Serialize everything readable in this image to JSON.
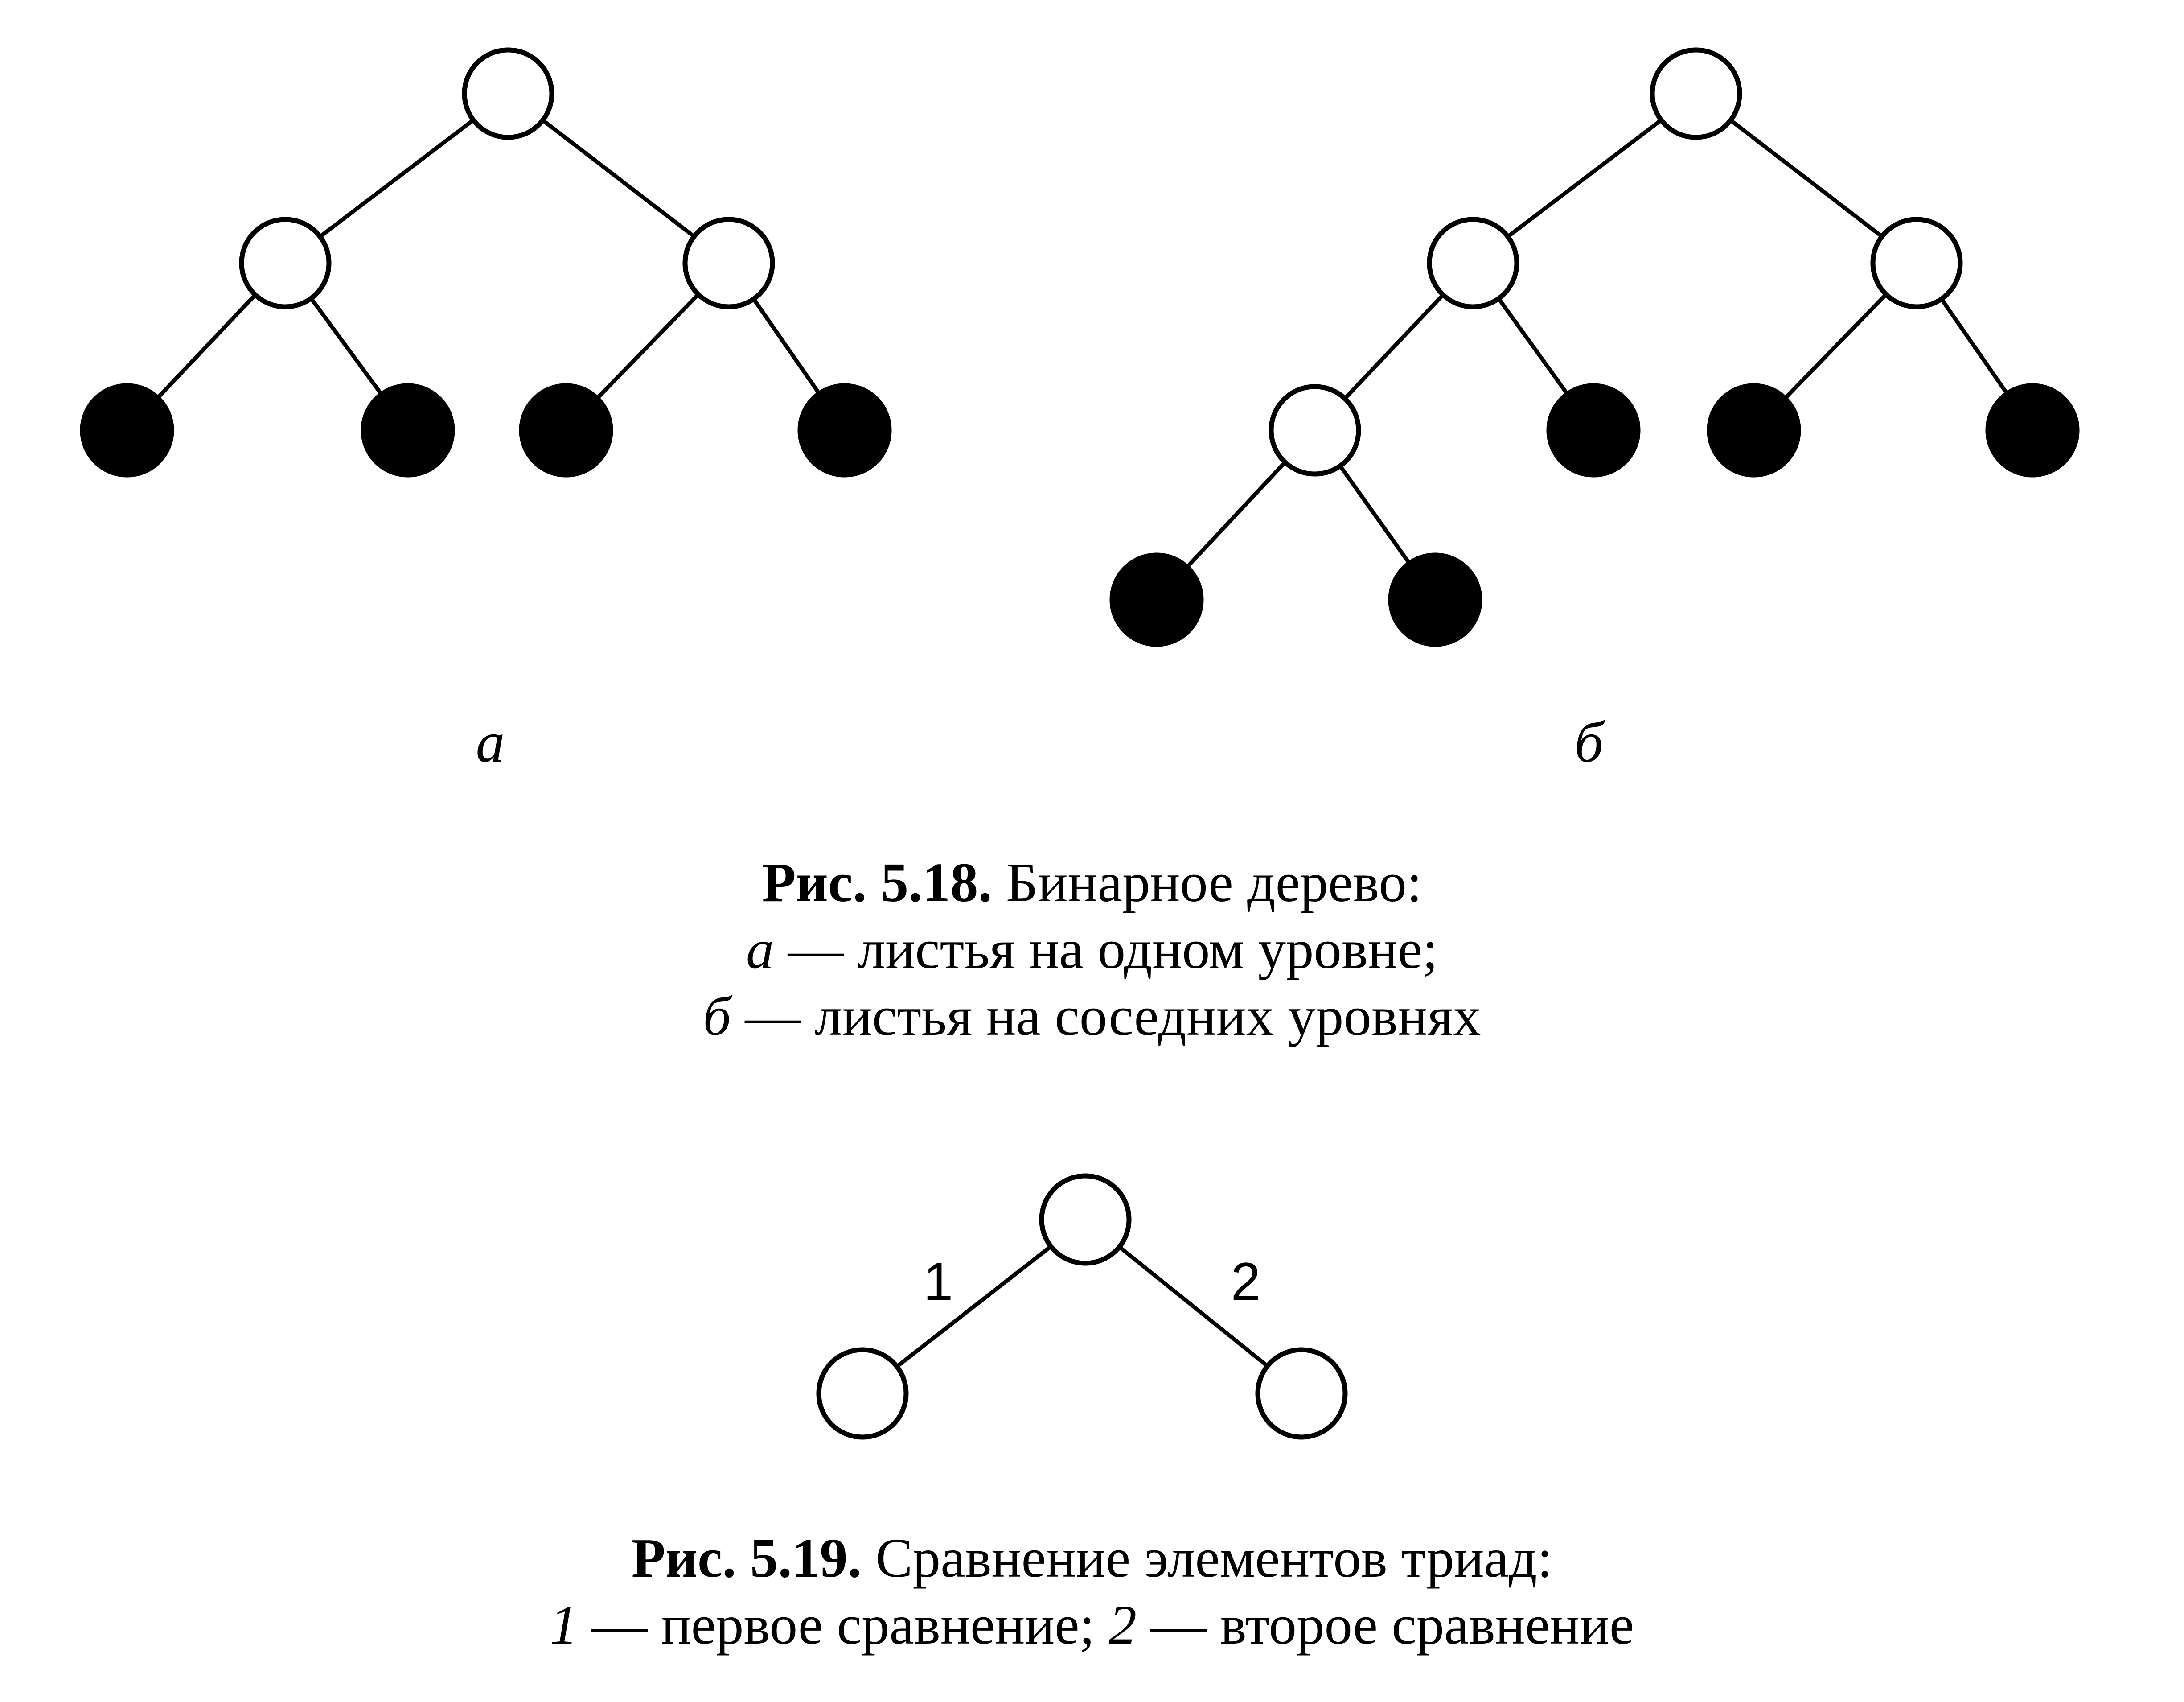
{
  "figure_518": {
    "panel_a_label": "а",
    "panel_b_label": "б",
    "caption_title": "Рис. 5.18.",
    "caption_text": "Бинарное дерево:",
    "item_a_marker": "а",
    "item_a_text": "— листья на одном уровне;",
    "item_b_marker": "б",
    "item_b_text": "— листья на соседних уровнях"
  },
  "figure_519": {
    "edge_label_left": "1",
    "edge_label_right": "2",
    "caption_title": "Рис. 5.19.",
    "caption_text": "Сравнение элементов триад:",
    "item1_marker": "1",
    "item1_text": "— первое сравнение;",
    "item2_marker": "2",
    "item2_text": "— второе сравнение"
  }
}
